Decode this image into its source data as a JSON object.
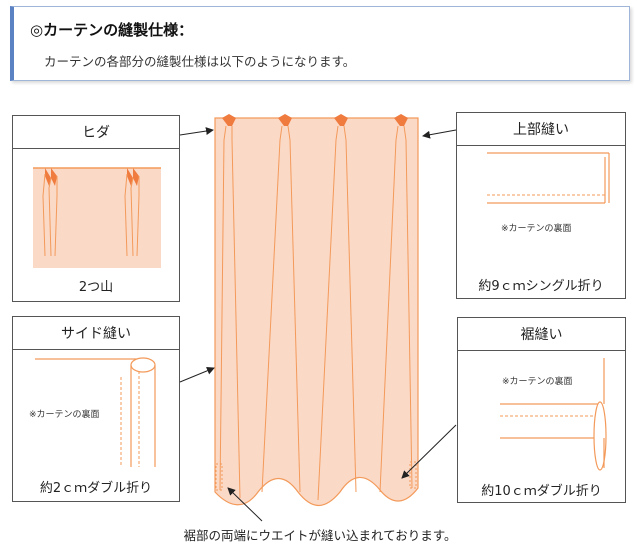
{
  "header": {
    "title": "◎カーテンの縫製仕様：",
    "subtitle": "カーテンの各部分の縫製仕様は以下のようになります。"
  },
  "panels": {
    "hida": {
      "title": "ヒダ",
      "caption": "2つ山"
    },
    "top": {
      "title": "上部縫い",
      "note": "※カーテンの裏面",
      "caption": "約9ｃｍシングル折り"
    },
    "side": {
      "title": "サイド縫い",
      "note": "※カーテンの裏面",
      "caption": "約2ｃｍダブル折り"
    },
    "hem": {
      "title": "裾縫い",
      "note": "※カーテンの裏面",
      "caption": "約10ｃｍダブル折り"
    }
  },
  "bottom_note": "裾部の両端にウエイトが縫い込まれております。",
  "colors": {
    "curtain_fill": "#fbd9c7",
    "curtain_line": "#f39a5a",
    "pleat_top": "#f07b3f",
    "accent_blue": "#5b83c4"
  }
}
